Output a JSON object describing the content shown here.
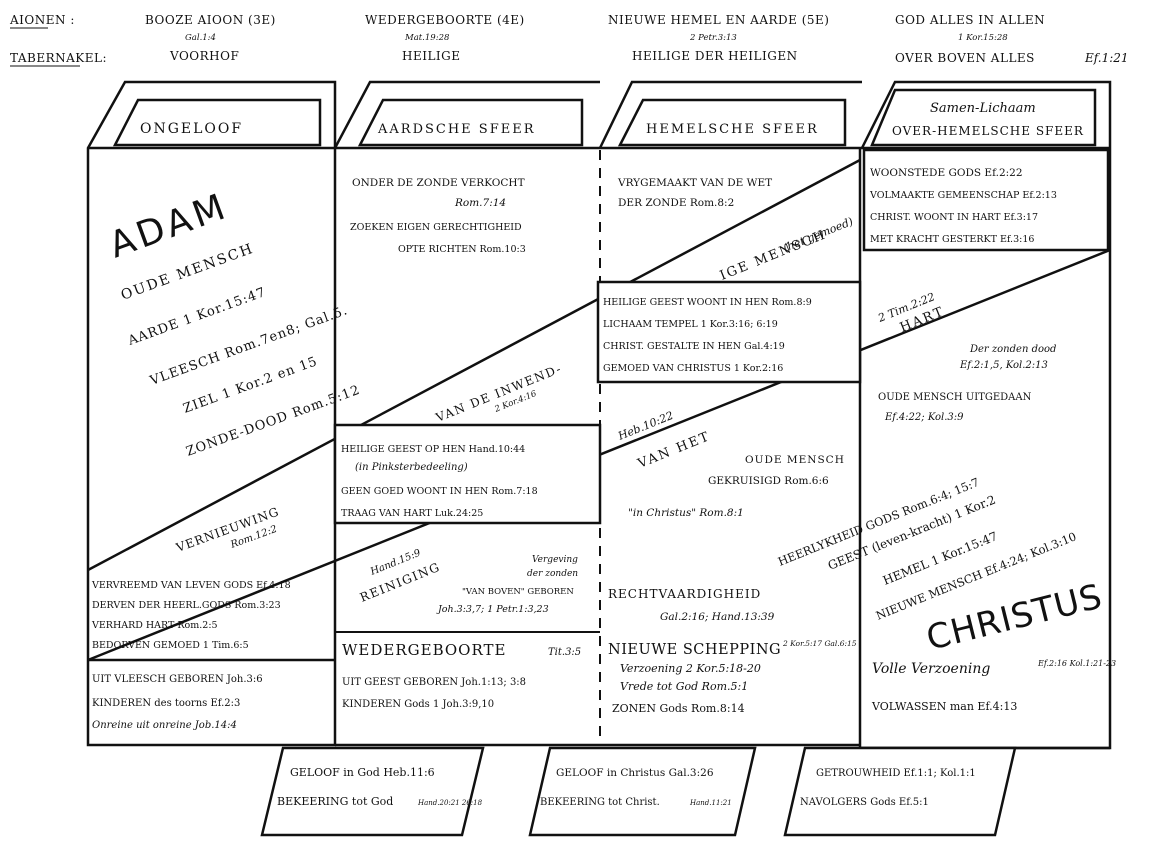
{
  "header": {
    "aionen_label": "AIONEN :",
    "tabernakel_label": "TABERNAKEL:",
    "columns": [
      {
        "aion": "BOOZE AIOON (3E)",
        "ref": "Gal.1:4",
        "tab": "VOORHOF"
      },
      {
        "aion": "WEDERGEBOORTE (4E)",
        "ref": "Mat.19:28",
        "tab": "HEILIGE"
      },
      {
        "aion": "NIEUWE HEMEL EN AARDE (5E)",
        "ref": "2 Petr.3:13",
        "tab": "HEILIGE DER HEILIGEN"
      },
      {
        "aion": "GOD ALLES IN ALLEN",
        "ref": "1 Kor.15:28",
        "tab": "OVER BOVEN ALLES",
        "tab_ref": "Ef.1:21"
      }
    ]
  },
  "tabs": [
    {
      "label": "ONGELOOF"
    },
    {
      "label": "AARDSCHE SFEER"
    },
    {
      "label": "HEMELSCHE SFEER"
    },
    {
      "label": "OVER-HEMELSCHE SFEER",
      "top": "Samen-Lichaam"
    }
  ],
  "adam": {
    "title": "ADAM",
    "lines": [
      "OUDE MENSCH",
      "AARDE 1 Kor.15:47",
      "VLEESCH Rom.7en8; Gal.5.",
      "ZIEL 1 Kor.2 en 15",
      "ZONDE-DOOD Rom.5:12"
    ]
  },
  "vernieuwing": {
    "label": "VERNIEUWING",
    "ref": "Rom.12:2"
  },
  "sphere2_top": [
    "ONDER DE ZONDE VERKOCHT",
    "Rom.7:14",
    "ZOEKEN EIGEN GERECHTIGHEID",
    "OPTE RICHTEN Rom.10:3"
  ],
  "sphere3_top": [
    "VRYGEMAAKT VAN DE WET",
    "DER ZONDE Rom.8:2"
  ],
  "sphere4_box": [
    "WOONSTEDE GODS Ef.2:22",
    "VOLMAAKTE GEMEENSCHAP Ef.2:13",
    "CHRIST. WOONT IN HART Ef.3:17",
    "MET KRACHT GESTERKT Ef.3:16"
  ],
  "band": {
    "ige_mensch": "IGE MENSCH",
    "het_gemoed": "(het gemoed)",
    "van_de_inwend": "VAN DE INWEND-",
    "inwend_ref": "2 Kor.4:16",
    "heb": "Heb.10:22",
    "van_het": "VAN HET",
    "tim": "2 Tim.2:22",
    "hart": "HART"
  },
  "box_middle3": [
    "HEILIGE GEEST WOONT IN HEN Rom.8:9",
    "LICHAAM TEMPEL 1 Kor.3:16; 6:19",
    "CHRIST. GESTALTE IN HEN Gal.4:19",
    "GEMOED VAN CHRISTUS 1 Kor.2:16"
  ],
  "box_middle2": [
    "HEILIGE GEEST OP HEN Hand.10:44",
    "(in Pinksterbedeeling)",
    "GEEN GOED WOONT IN HEN Rom.7:18",
    "TRAAG VAN HART Luk.24:25"
  ],
  "reiniging": {
    "ref": "Hand.15:9",
    "label": "REINIGING",
    "vergeving": "Vergeving",
    "der_zonden": "der zonden",
    "van_boven": "\"VAN BOVEN\" GEBOREN",
    "refs": "Joh.3:3,7; 1 Petr.1:3,23"
  },
  "sphere3_mid": {
    "oude": "OUDE MENSCH",
    "gekruisigd": "GEKRUISIGD Rom.6:6",
    "in_christus": "\"in Christus\" Rom.8:1"
  },
  "sphere4_mid": {
    "der_zonden_dood": "Der zonden dood",
    "dood_ref": "Ef.2:1,5, Kol.2:13",
    "uitgedaan": "OUDE MENSCH UITGEDAAN",
    "uitgedaan_ref": "Ef.4:22; Kol.3:9"
  },
  "diag4": [
    "HEERLYKHEID GODS Rom.6:4; 15:7",
    "GEEST (leven-kracht) 1 Kor.2",
    "HEMEL 1 Kor.15:47",
    "NIEUWE MENSCH Ef.4:24; Kol.3:10"
  ],
  "christus": "CHRISTUS",
  "col1_bottom": [
    "VERVREEMD VAN LEVEN GODS Ef.4:18",
    "DERVEN DER HEERL.GODS Rom.3:23",
    "VERHARD HART Rom.2:5",
    "BEDORVEN GEMOED 1 Tim.6:5"
  ],
  "col1_base": [
    "UIT VLEESCH GEBOREN Joh.3:6",
    "KINDEREN des toorns Ef.2:3",
    "Onreine uit onreine Job.14:4"
  ],
  "col2_base": {
    "title": "WEDERGEBOORTE",
    "title_ref": "Tit.3:5",
    "lines": [
      "UIT GEEST GEBOREN Joh.1:13; 3:8",
      "KINDEREN Gods 1 Joh.3:9,10"
    ]
  },
  "col3": {
    "recht": "RECHTVAARDIGHEID",
    "recht_ref": "Gal.2:16; Hand.13:39",
    "schepping": "NIEUWE SCHEPPING",
    "schepping_ref": "2 Kor.5:17 Gal.6:15",
    "lines": [
      "Verzoening 2 Kor.5:18-20",
      "Vrede tot God Rom.5:1",
      "ZONEN Gods Rom.8:14"
    ]
  },
  "col4": {
    "volle": "Volle Verzoening",
    "volle_ref": "Ef.2:16 Kol.1:21-23",
    "volwassen": "VOLWASSEN man Ef.4:13"
  },
  "bottom_tabs": [
    {
      "l1": "GELOOF in God Heb.11:6",
      "l2": "BEKEERING tot God",
      "ref": "Hand.20:21 26:18"
    },
    {
      "l1": "GELOOF in Christus Gal.3:26",
      "l2": "BEKEERING tot Christ.",
      "ref": "Hand.11:21"
    },
    {
      "l1": "GETROUWHEID Ef.1:1; Kol.1:1",
      "l2": "NAVOLGERS Gods Ef.5:1"
    }
  ]
}
